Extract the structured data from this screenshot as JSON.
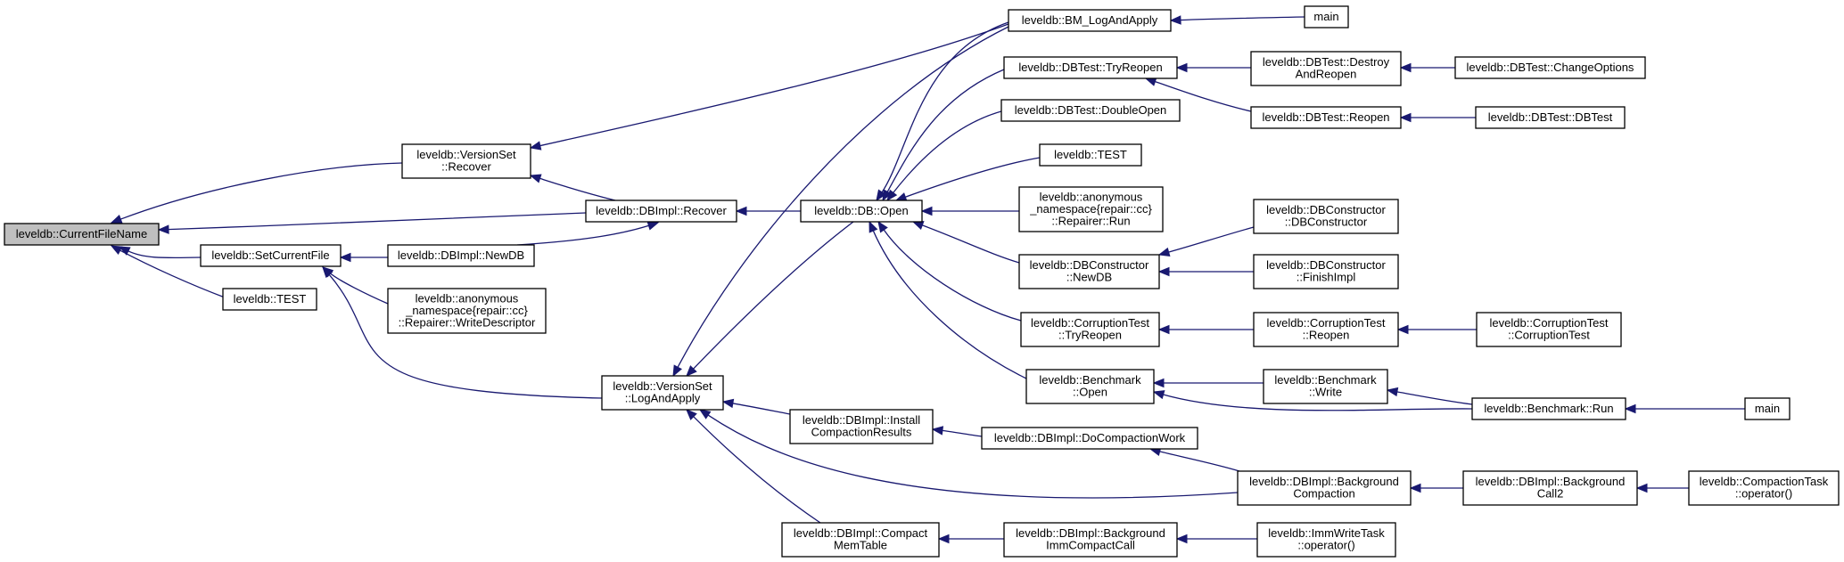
{
  "colors": {
    "edge": "#191970",
    "node_border": "#000000",
    "node_fill": "#ffffff",
    "root_fill": "#bfbfbf",
    "text": "#000000"
  },
  "nodes": [
    {
      "id": "root",
      "lines": [
        "leveldb::CurrentFileName"
      ],
      "root": true
    },
    {
      "id": "scf",
      "lines": [
        "leveldb::SetCurrentFile"
      ]
    },
    {
      "id": "test1",
      "lines": [
        "leveldb::TEST"
      ]
    },
    {
      "id": "vsr",
      "lines": [
        "leveldb::VersionSet",
        "::Recover"
      ]
    },
    {
      "id": "dbir",
      "lines": [
        "leveldb::DBImpl::Recover"
      ]
    },
    {
      "id": "newdb",
      "lines": [
        "leveldb::DBImpl::NewDB"
      ]
    },
    {
      "id": "wd",
      "lines": [
        "leveldb::anonymous",
        "_namespace{repair::cc}",
        "::Repairer::WriteDescriptor"
      ]
    },
    {
      "id": "vsl",
      "lines": [
        "leveldb::VersionSet",
        "::LogAndApply"
      ]
    },
    {
      "id": "dbopen",
      "lines": [
        "leveldb::DB::Open"
      ]
    },
    {
      "id": "bmlog",
      "lines": [
        "leveldb::BM_LogAndApply"
      ]
    },
    {
      "id": "main1",
      "lines": [
        "main"
      ]
    },
    {
      "id": "tryreopen",
      "lines": [
        "leveldb::DBTest::TryReopen"
      ]
    },
    {
      "id": "destroy",
      "lines": [
        "leveldb::DBTest::Destroy",
        "AndReopen"
      ]
    },
    {
      "id": "changeopt",
      "lines": [
        "leveldb::DBTest::ChangeOptions"
      ]
    },
    {
      "id": "reopen",
      "lines": [
        "leveldb::DBTest::Reopen"
      ]
    },
    {
      "id": "dbtest",
      "lines": [
        "leveldb::DBTest::DBTest"
      ]
    },
    {
      "id": "doubleopen",
      "lines": [
        "leveldb::DBTest::DoubleOpen"
      ]
    },
    {
      "id": "test2",
      "lines": [
        "leveldb::TEST"
      ]
    },
    {
      "id": "reprun",
      "lines": [
        "leveldb::anonymous",
        "_namespace{repair::cc}",
        "::Repairer::Run"
      ]
    },
    {
      "id": "dbcnewdb",
      "lines": [
        "leveldb::DBConstructor",
        "::NewDB"
      ]
    },
    {
      "id": "dbcctor",
      "lines": [
        "leveldb::DBConstructor",
        "::DBConstructor"
      ]
    },
    {
      "id": "dbcfinish",
      "lines": [
        "leveldb::DBConstructor",
        "::FinishImpl"
      ]
    },
    {
      "id": "ctryreopen",
      "lines": [
        "leveldb::CorruptionTest",
        "::TryReopen"
      ]
    },
    {
      "id": "creopen",
      "lines": [
        "leveldb::CorruptionTest",
        "::Reopen"
      ]
    },
    {
      "id": "cctor",
      "lines": [
        "leveldb::CorruptionTest",
        "::CorruptionTest"
      ]
    },
    {
      "id": "bmopen",
      "lines": [
        "leveldb::Benchmark",
        "::Open"
      ]
    },
    {
      "id": "bmwrite",
      "lines": [
        "leveldb::Benchmark",
        "::Write"
      ]
    },
    {
      "id": "bmrun",
      "lines": [
        "leveldb::Benchmark::Run"
      ]
    },
    {
      "id": "main2",
      "lines": [
        "main"
      ]
    },
    {
      "id": "install",
      "lines": [
        "leveldb::DBImpl::Install",
        "CompactionResults"
      ]
    },
    {
      "id": "docw",
      "lines": [
        "leveldb::DBImpl::DoCompactionWork"
      ]
    },
    {
      "id": "bgc",
      "lines": [
        "leveldb::DBImpl::Background",
        "Compaction"
      ]
    },
    {
      "id": "bgcall2",
      "lines": [
        "leveldb::DBImpl::Background",
        "Call2"
      ]
    },
    {
      "id": "ctop",
      "lines": [
        "leveldb::CompactionTask",
        "::operator()"
      ]
    },
    {
      "id": "cmt",
      "lines": [
        "leveldb::DBImpl::Compact",
        "MemTable"
      ]
    },
    {
      "id": "bgimm",
      "lines": [
        "leveldb::DBImpl::Background",
        "ImmCompactCall"
      ]
    },
    {
      "id": "imm",
      "lines": [
        "leveldb::ImmWriteTask",
        "::operator()"
      ]
    }
  ],
  "edges": [
    [
      "scf",
      "root"
    ],
    [
      "test1",
      "root"
    ],
    [
      "vsr",
      "root"
    ],
    [
      "dbir",
      "root"
    ],
    [
      "newdb",
      "scf"
    ],
    [
      "wd",
      "scf"
    ],
    [
      "vsl",
      "scf"
    ],
    [
      "dbir",
      "vsr"
    ],
    [
      "bmlog",
      "vsr"
    ],
    [
      "dbopen",
      "dbir"
    ],
    [
      "newdb",
      "dbir"
    ],
    [
      "dbopen",
      "vsl"
    ],
    [
      "bmlog",
      "vsl"
    ],
    [
      "install",
      "vsl"
    ],
    [
      "bgc",
      "vsl"
    ],
    [
      "cmt",
      "vsl"
    ],
    [
      "bmlog",
      "dbopen"
    ],
    [
      "tryreopen",
      "dbopen"
    ],
    [
      "doubleopen",
      "dbopen"
    ],
    [
      "test2",
      "dbopen"
    ],
    [
      "reprun",
      "dbopen"
    ],
    [
      "dbcnewdb",
      "dbopen"
    ],
    [
      "ctryreopen",
      "dbopen"
    ],
    [
      "bmopen",
      "dbopen"
    ],
    [
      "main1",
      "bmlog"
    ],
    [
      "destroy",
      "tryreopen"
    ],
    [
      "reopen",
      "tryreopen"
    ],
    [
      "changeopt",
      "destroy"
    ],
    [
      "dbtest",
      "reopen"
    ],
    [
      "dbcctor",
      "dbcnewdb"
    ],
    [
      "dbcfinish",
      "dbcnewdb"
    ],
    [
      "creopen",
      "ctryreopen"
    ],
    [
      "cctor",
      "creopen"
    ],
    [
      "bmwrite",
      "bmopen"
    ],
    [
      "bmrun",
      "bmopen"
    ],
    [
      "bmrun",
      "bmwrite"
    ],
    [
      "main2",
      "bmrun"
    ],
    [
      "docw",
      "install"
    ],
    [
      "bgc",
      "docw"
    ],
    [
      "bgcall2",
      "bgc"
    ],
    [
      "ctop",
      "bgcall2"
    ],
    [
      "bgimm",
      "cmt"
    ],
    [
      "imm",
      "bgimm"
    ]
  ]
}
